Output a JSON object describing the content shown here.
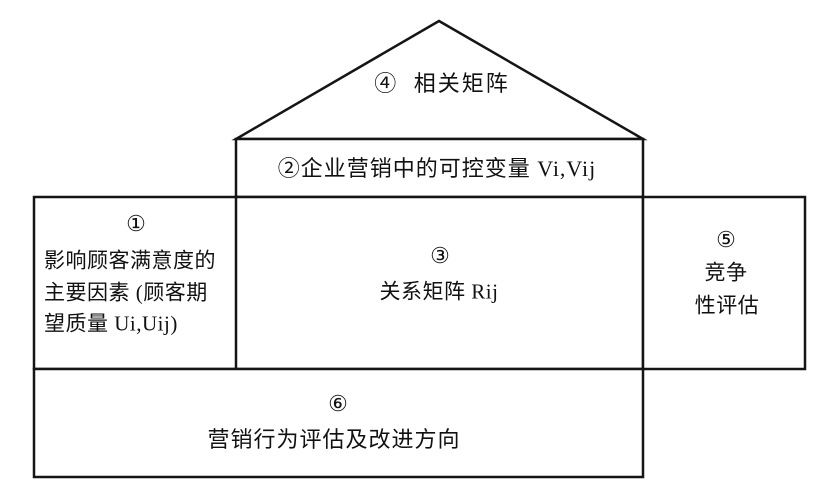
{
  "diagram": {
    "type": "house-of-quality",
    "colors": {
      "background": "#ffffff",
      "line": "#151515",
      "text": "#111111"
    },
    "roof": {
      "label": "④ 相关矩阵"
    },
    "controllable_variables": {
      "label": "②企业营销中的可控变量 Vi,Vij"
    },
    "customer_factors": {
      "number": "①",
      "lines": [
        "影响顾客满意度的",
        "主要因素 (顾客期",
        "望质量 Ui,Uij)"
      ]
    },
    "relationship_matrix": {
      "number": "③",
      "label": "关系矩阵 Rij"
    },
    "competitive_assessment": {
      "number": "⑤",
      "lines": [
        "竞争",
        "性评估"
      ]
    },
    "marketing_evaluation": {
      "number": "⑥",
      "label": "营销行为评估及改进方向"
    }
  }
}
